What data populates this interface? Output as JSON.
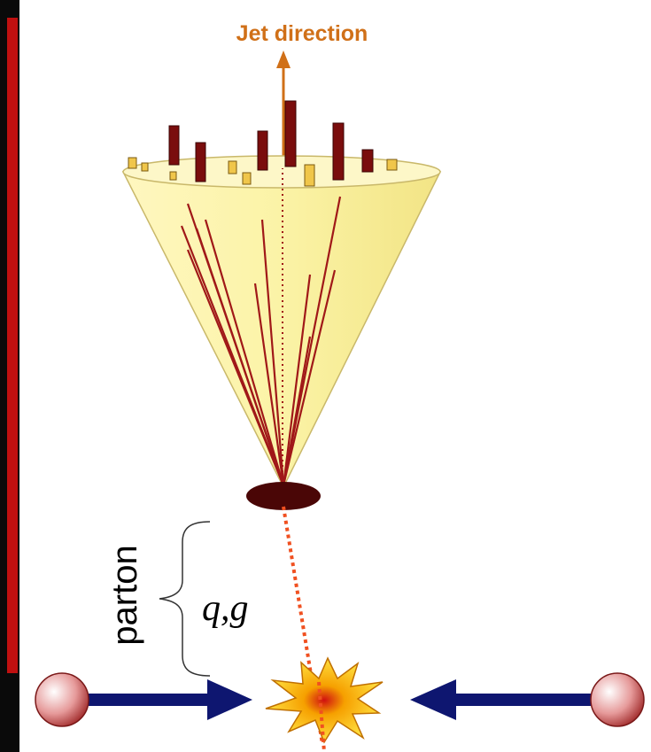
{
  "diagram": {
    "jet_direction_label": "Jet direction",
    "parton_label": "parton",
    "quark_gluon_label": "q,g",
    "colors": {
      "background": "#ffffff",
      "frame": "#0a0a0a",
      "side_bar": "#c01010",
      "cone_fill": "#fbf3a6",
      "cone_edge": "#c9b86a",
      "track": "#a01818",
      "tower_dark": "#7a0d0d",
      "tower_light": "#f0c64a",
      "axis_arrow": "#d07018",
      "beam": "#0e1670",
      "proton": "#e08080",
      "explosion": "#f6a000",
      "parton_line": "#f05020",
      "vertex_blob": "#4a0606"
    }
  }
}
